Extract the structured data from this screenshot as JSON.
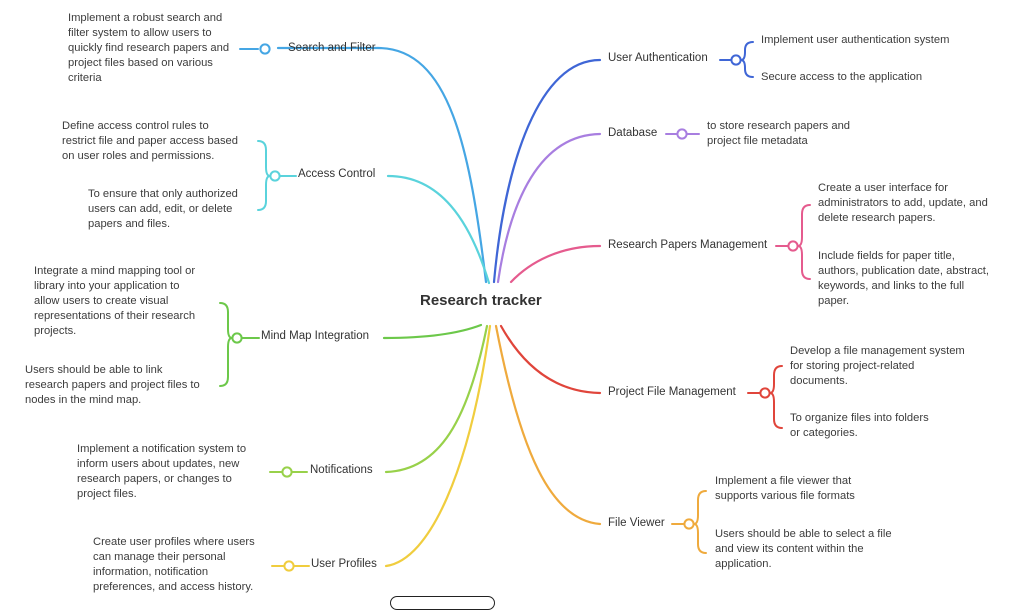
{
  "root": {
    "label": "Research tracker"
  },
  "colors": {
    "search": "#45a6e4",
    "access": "#5ad3dc",
    "mindmap": "#6cc84a",
    "notifications": "#98d14a",
    "profiles": "#f0cd3e",
    "auth": "#3f66d6",
    "database": "#a87ee0",
    "papers": "#e55b8e",
    "files": "#e0453b",
    "viewer": "#efaa3d"
  },
  "branches": {
    "search": {
      "label": "Search and Filter",
      "details": [
        "Implement a robust search and\nfilter system to allow users to\nquickly find research papers and\nproject files based on various\ncriteria"
      ]
    },
    "access": {
      "label": "Access Control",
      "details": [
        "Define access control rules to\nrestrict file and paper access based\non user roles and permissions.",
        "To ensure that only authorized\nusers can add, edit, or delete\npapers and files."
      ]
    },
    "mindmap": {
      "label": "Mind Map Integration",
      "details": [
        "Integrate a mind mapping tool or\nlibrary into your application to\nallow users to create visual\nrepresentations of their research\nprojects.",
        "Users should be able to link\nresearch papers and project files to\nnodes in the mind map."
      ]
    },
    "notifications": {
      "label": "Notifications",
      "details": [
        "Implement a notification system to\ninform users about updates, new\nresearch papers, or changes to\nproject files."
      ]
    },
    "profiles": {
      "label": "User Profiles",
      "details": [
        "Create user profiles where users\ncan manage their personal\ninformation, notification\npreferences, and access history."
      ]
    },
    "auth": {
      "label": "User Authentication",
      "details": [
        "Implement user authentication system",
        "Secure access to the application"
      ]
    },
    "database": {
      "label": "Database",
      "details": [
        "to store research papers and\nproject file metadata"
      ]
    },
    "papers": {
      "label": "Research Papers Management",
      "details": [
        "Create a user interface for\nadministrators to add, update, and\ndelete research papers.",
        "Include fields for paper title,\nauthors, publication date, abstract,\nkeywords, and links to the full\npaper."
      ]
    },
    "files": {
      "label": "Project File Management",
      "details": [
        "Develop a file management system\nfor storing project-related\ndocuments.",
        "To organize files into folders\nor categories."
      ]
    },
    "viewer": {
      "label": "File Viewer",
      "details": [
        "Implement a file viewer that\nsupports various file formats",
        "Users should be able to select a file\nand view its content within the\napplication."
      ]
    }
  }
}
